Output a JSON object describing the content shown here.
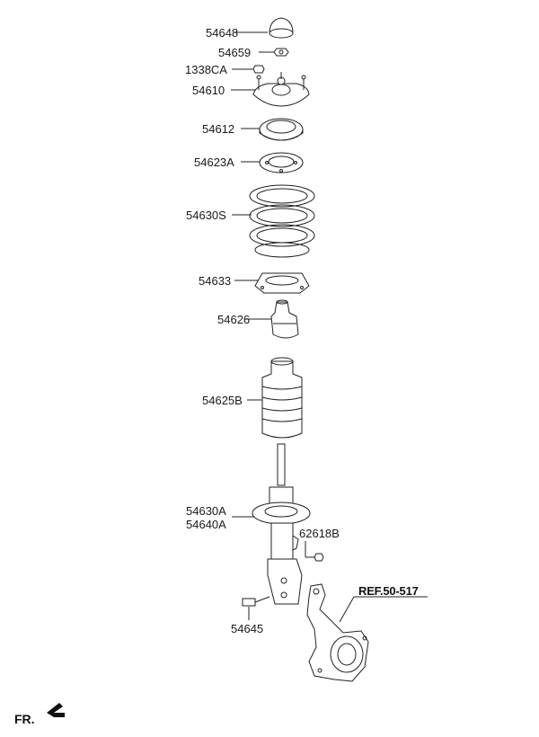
{
  "labels": {
    "p54648": "54648",
    "p54659": "54659",
    "p1338CA": "1338CA",
    "p54610": "54610",
    "p54612": "54612",
    "p54623A": "54623A",
    "p54630S": "54630S",
    "p54633": "54633",
    "p54626": "54626",
    "p54625B": "54625B",
    "p54630A": "54630A",
    "p54640A": "54640A",
    "p62618B": "62618B",
    "p54645": "54645"
  },
  "reference": "REF.50-517",
  "direction": "FR."
}
